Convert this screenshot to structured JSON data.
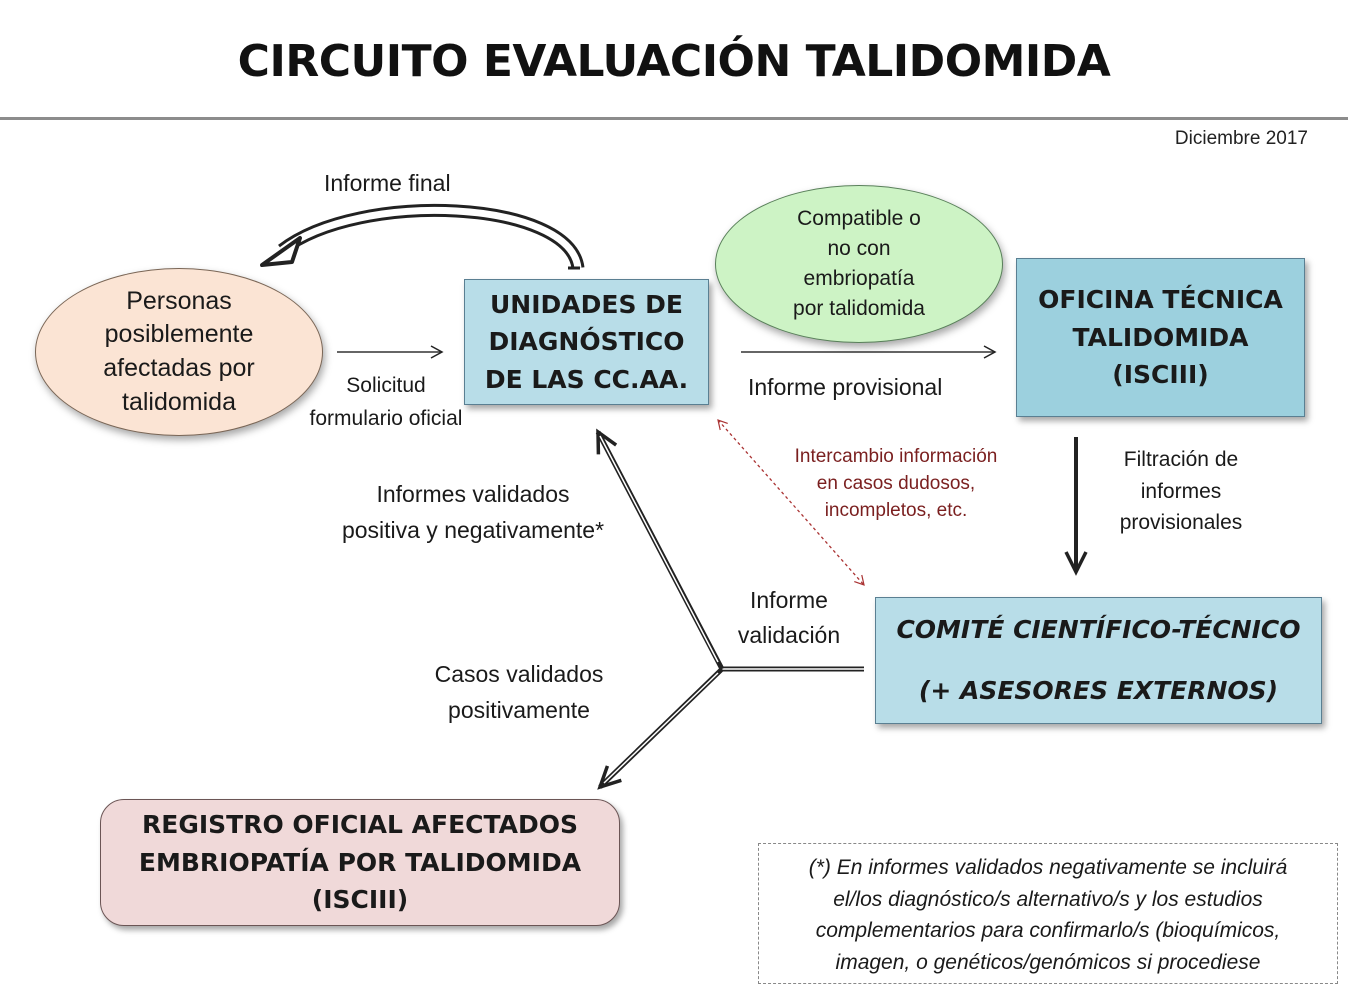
{
  "header": {
    "title": "CIRCUITO EVALUACIÓN TALIDOMIDA",
    "date": "Diciembre 2017"
  },
  "nodes": {
    "personas": [
      "Personas",
      "posiblemente",
      "afectadas por",
      "talidomida"
    ],
    "unidades": [
      "UNIDADES DE",
      "DIAGNÓSTICO",
      "DE LAS CC.AA."
    ],
    "compatible": [
      "Compatible o",
      "no con",
      "embriopatía",
      "por talidomida"
    ],
    "oficina": [
      "OFICINA TÉCNICA",
      "TALIDOMIDA",
      "(ISCIII)"
    ],
    "comite": [
      "COMITÉ CIENTÍFICO-TÉCNICO",
      "(+ ASESORES EXTERNOS)"
    ],
    "registro": [
      "REGISTRO OFICIAL AFECTADOS",
      "EMBRIOPATÍA POR TALIDOMIDA",
      "(ISCIII)"
    ]
  },
  "edges": {
    "informe_final": "Informe final",
    "solicitud": [
      "Solicitud",
      "formulario oficial"
    ],
    "informe_provisional": "Informe provisional",
    "intercambio": [
      "Intercambio información",
      "en casos dudosos,",
      "incompletos, etc."
    ],
    "filtracion": [
      "Filtración de",
      "informes",
      "provisionales"
    ],
    "informes_validados": [
      "Informes validados",
      "positiva y negativamente*"
    ],
    "informe_validacion": [
      "Informe",
      "validación"
    ],
    "casos_validados": [
      "Casos validados",
      "positivamente"
    ]
  },
  "note": [
    "(*) En informes validados negativamente se incluirá",
    "el/los diagnóstico/s alternativo/s y los estudios",
    "complementarios para confirmarlo/s (bioquímicos,",
    "imagen, o genéticos/genómicos si procediese"
  ],
  "colors": {
    "box_blue": "#b8dde8",
    "ellipse_peach": "#fbe4d4",
    "ellipse_green": "#cdf3c5",
    "box_pink": "#f0d9d9",
    "exchange_text": "#7a1f1f"
  }
}
